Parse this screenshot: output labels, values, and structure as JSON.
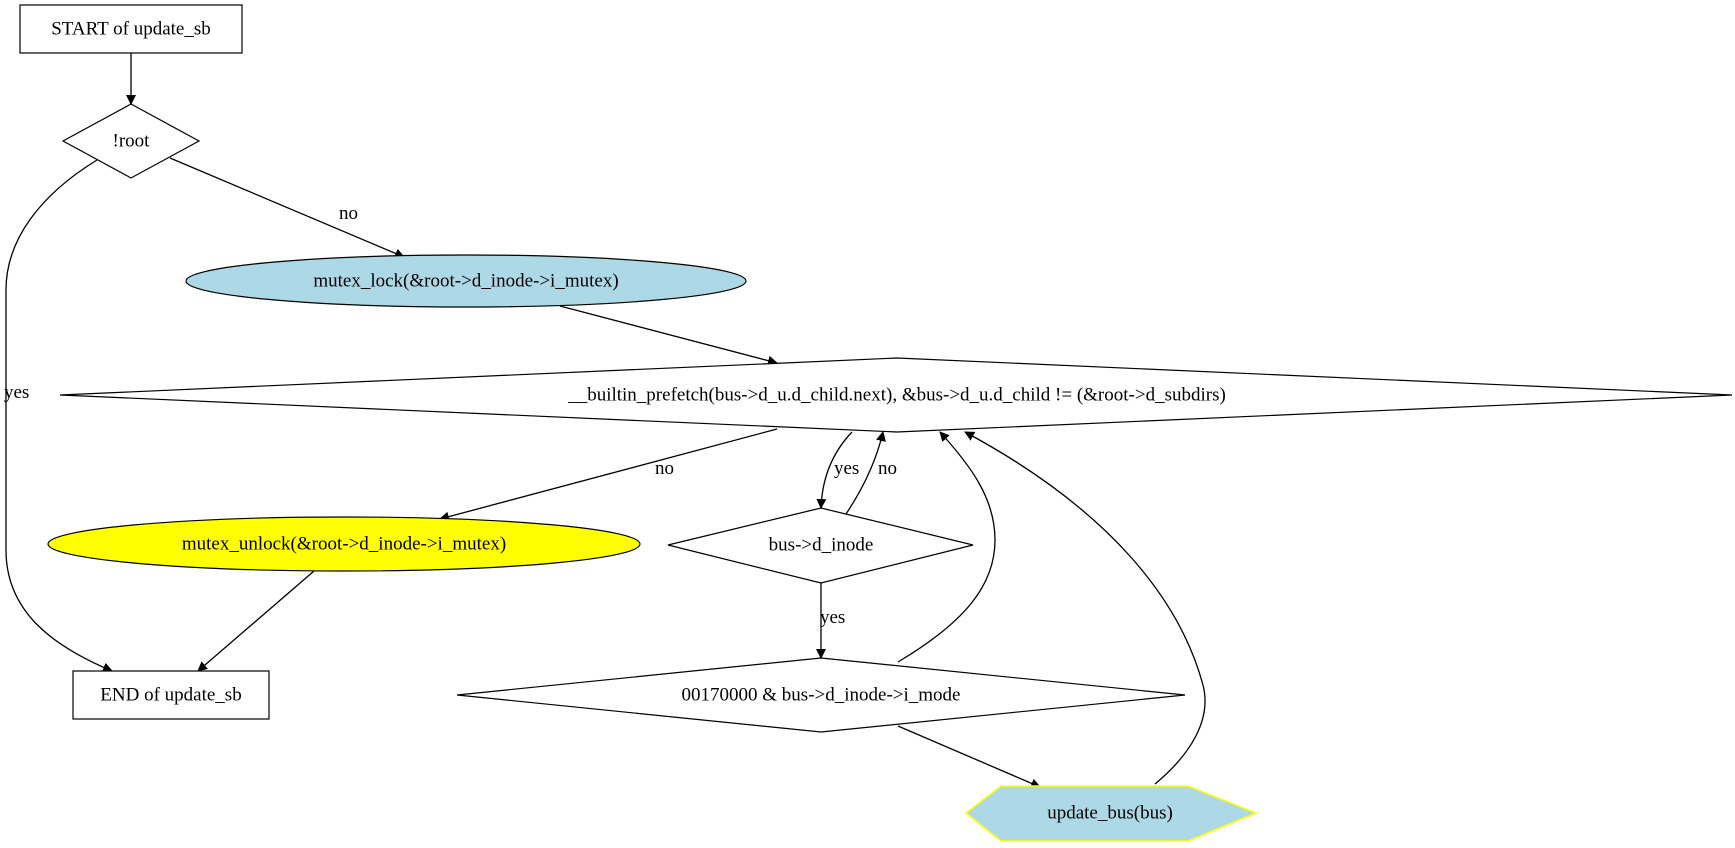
{
  "nodes": {
    "start": {
      "label": "START of update_sb"
    },
    "not_root": {
      "label": "!root"
    },
    "mutex_lock": {
      "label": "mutex_lock(&root->d_inode->i_mutex)",
      "fill": "#add8e6"
    },
    "loop_cond": {
      "label": "__builtin_prefetch(bus->d_u.d_child.next), &bus->d_u.d_child != (&root->d_subdirs)"
    },
    "mutex_unlock": {
      "label": "mutex_unlock(&root->d_inode->i_mutex)",
      "fill": "#ffff00"
    },
    "bus_inode": {
      "label": "bus->d_inode"
    },
    "end": {
      "label": "END of update_sb"
    },
    "mode_check": {
      "label": "00170000 & bus->d_inode->i_mode"
    },
    "update_bus": {
      "label": "update_bus(bus)",
      "fill": "#add8e6",
      "stroke": "#ffff00"
    }
  },
  "edges": {
    "root_no": "no",
    "root_yes": "yes",
    "loop_no": "no",
    "loop_yes": "yes",
    "inode_no": "no",
    "inode_yes": "yes"
  }
}
